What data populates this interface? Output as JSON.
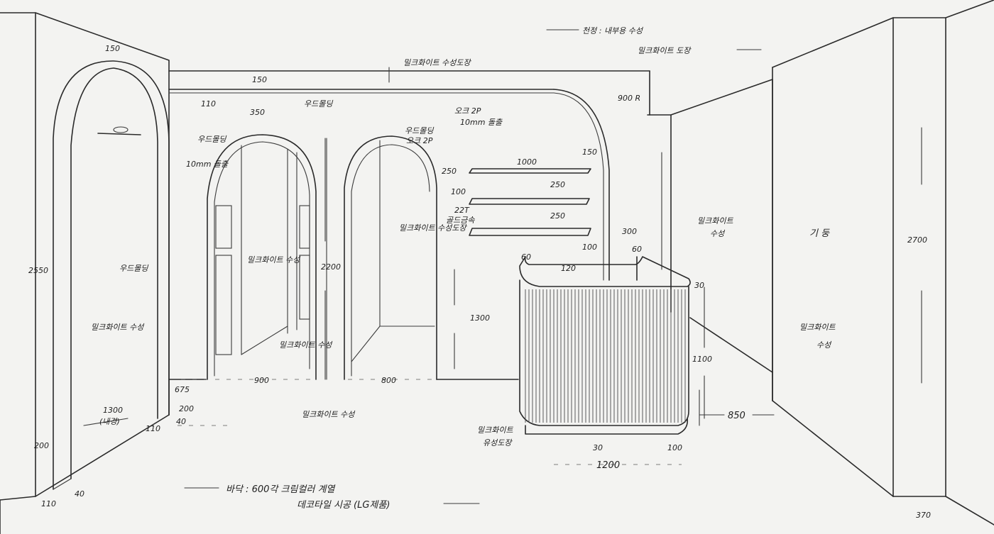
{
  "annotations": {
    "ceiling_note_1": "천정 : 내부용 수성",
    "ceiling_note_2": "밀크화이트 도장",
    "top_beam": "밀크화이트 수성도장",
    "dim_150_left_arch": "150",
    "dim_150_center": "150",
    "dim_110": "110",
    "dim_350": "350",
    "wood_molding_top": "우드몰딩",
    "oak_2p_10mm": "오크 2P",
    "oak_10mm_exposed": "10mm 돌출",
    "radius_900": "900 R",
    "wood_molding_left_arch": "우드몰딩",
    "exposed_10mm": "10mm 돌출",
    "wood_molding_right_arch": "우드몰딩",
    "oak_2p_right_arch": "오크 2P",
    "left_height_2550": "2550",
    "wood_molding_side": "우드몰딩",
    "milk_white_water_left": "밀크화이트 수성",
    "dim_1300_inner": "1300",
    "inner_label": "(내경)",
    "dim_200": "200",
    "dim_40_bottom": "40",
    "dim_110_bottom": "110",
    "dim_675": "675",
    "dim_200_b": "200",
    "dim_40": "40",
    "dim_110_b": "110",
    "milk_white_water_inner": "밀크화이트 수성",
    "height_2200": "2200",
    "milk_white_water_small": "밀크화이트 수성",
    "dim_900": "900",
    "dim_800": "800",
    "milk_white_bottom": "밀크화이트 수성",
    "milk_white_paint_center": "밀크화이트 수성도장",
    "shelf_1000": "1000",
    "shelf_150": "150",
    "shelf_250_a": "250",
    "shelf_250_b": "250",
    "shelf_250_c": "250",
    "shelf_100_a": "100",
    "shelf_22t": "22T",
    "shelf_gold_metal": "골드금속",
    "shelf_300": "300",
    "shelf_100_b": "100",
    "height_1300": "1300",
    "counter_60_left": "60",
    "counter_60_right": "60",
    "counter_120": "120",
    "counter_30_right": "30",
    "counter_1100": "1100",
    "counter_850": "850",
    "counter_30_bottom": "30",
    "counter_100_bottom": "100",
    "counter_1200": "1200",
    "counter_finish_1": "밀크화이트",
    "counter_finish_2": "유성도장",
    "right_wall_1": "밀크화이트",
    "right_wall_2": "수성",
    "pillar_label": "기 둥",
    "pillar_height": "2700",
    "pillar_finish_1": "밀크화이트",
    "pillar_finish_2": "수성",
    "pillar_width": "370",
    "floor_note_1": "바닥 : 600각 크림컬러 계열",
    "floor_note_2": "데코타일 시공 (LG제품)"
  }
}
